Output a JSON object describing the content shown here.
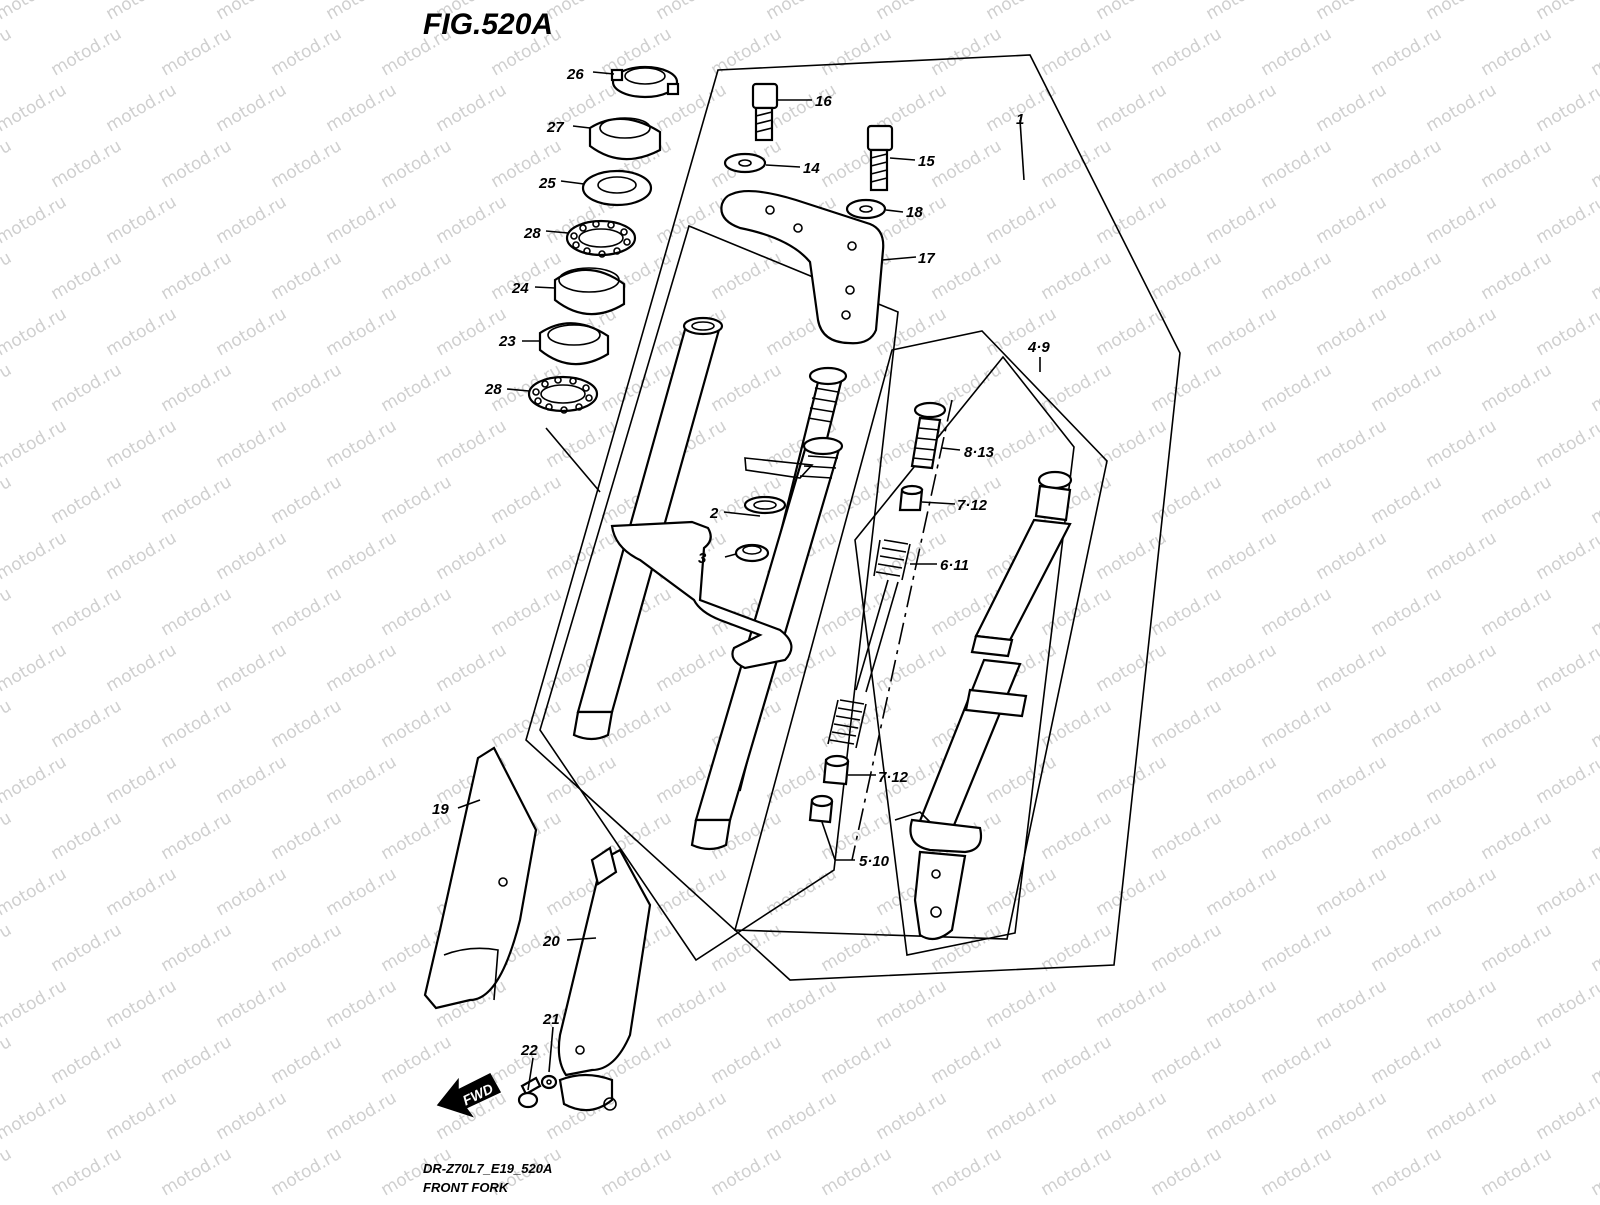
{
  "figure": {
    "title": "FIG.520A"
  },
  "footer": {
    "model_code": "DR-Z70L7_E19_520A",
    "name": "FRONT FORK"
  },
  "watermark": {
    "text": "motod.ru"
  },
  "fwd_label": "FWD",
  "callouts": {
    "c1": "1",
    "c2": "2",
    "c3": "3",
    "c4_9": "4·9",
    "c5_10": "5·10",
    "c6_11": "6·11",
    "c7_12a": "7·12",
    "c7_12b": "7·12",
    "c8_13": "8·13",
    "c14": "14",
    "c15": "15",
    "c16": "16",
    "c17": "17",
    "c18": "18",
    "c19": "19",
    "c20": "20",
    "c21": "21",
    "c22": "22",
    "c23": "23",
    "c24": "24",
    "c25": "25",
    "c26": "26",
    "c27": "27",
    "c28a": "28",
    "c28b": "28"
  }
}
